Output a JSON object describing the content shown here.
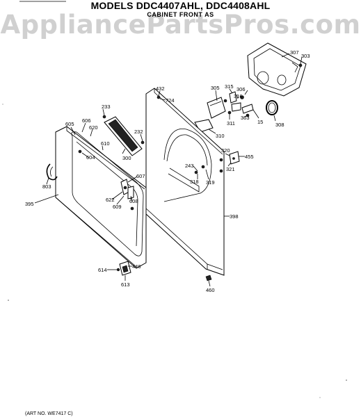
{
  "header": {
    "title": "MODELS DDC4407AHL, DDC4408AHL",
    "subtitle": "CABINET FRONT AS",
    "watermark": "AppliancePartsPros.com",
    "footer": "(ART NO. WE7417 C)"
  },
  "callouts": {
    "p307": "307",
    "p303": "303",
    "p432": "432",
    "p724": "724",
    "p305": "305",
    "p315": "315",
    "p306": "306",
    "p316": "316",
    "p311": "311",
    "p363": "363",
    "p15": "15",
    "p308": "308",
    "p310": "310",
    "p233": "233",
    "p232": "232",
    "p300": "300",
    "p605": "605",
    "p606": "606",
    "p620": "620",
    "p610": "610",
    "p604": "604",
    "p803": "803",
    "p607": "607",
    "p622": "622",
    "p609": "609",
    "p608": "608",
    "p395": "395",
    "p243": "243",
    "p318": "318",
    "p319": "319",
    "p320": "320",
    "p455": "455",
    "p321": "321",
    "p398": "398",
    "p614": "614",
    "p446": "446",
    "p613": "613",
    "p460": "460"
  }
}
